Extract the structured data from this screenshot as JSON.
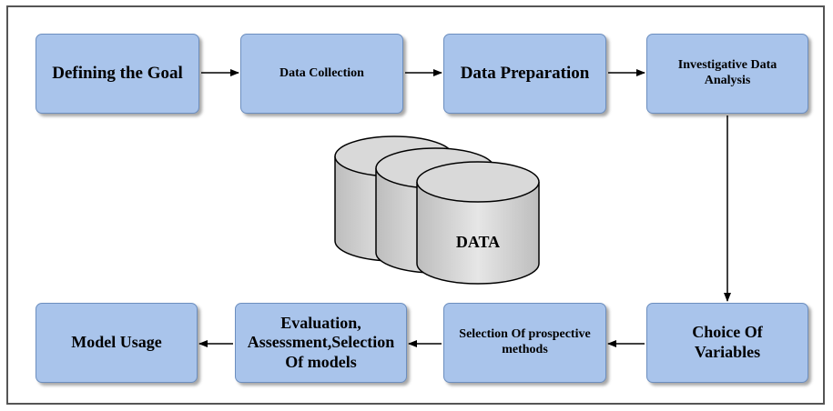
{
  "diagram": {
    "nodes": {
      "defining_goal": "Defining the Goal",
      "data_collection": "Data Collection",
      "data_preparation": "Data Preparation",
      "investigative_analysis": "Investigative Data Analysis",
      "choice_of_variables": "Choice Of Variables",
      "selection_methods": "Selection Of prospective methods",
      "evaluation": "Evaluation, Assessment,Selection Of models",
      "model_usage": "Model Usage"
    },
    "database_label": "DATA",
    "colors": {
      "box_fill": "#a9c4eb",
      "box_border": "#6c8ebf",
      "cylinder_fill": "#d9d9d9",
      "arrow": "#000000",
      "frame_border": "#555555"
    }
  }
}
